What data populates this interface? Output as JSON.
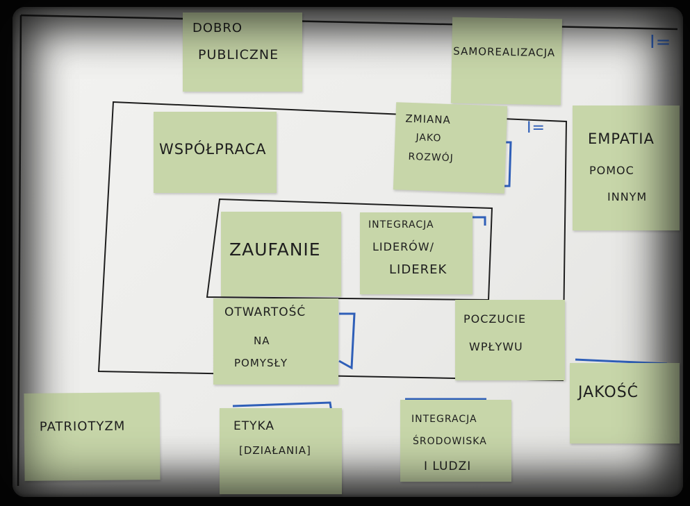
{
  "notes": {
    "dobro": {
      "line1": "DOBRO",
      "line2": "PUBLICZNE"
    },
    "samorealizacja": {
      "line1": "SAMOREALIZACJA"
    },
    "wspolpraca": {
      "line1": "WSPÓŁPRACA"
    },
    "zmiana": {
      "line1": "ZMIANA",
      "line2": "JAKO",
      "line3": "ROZWÓJ"
    },
    "empatia": {
      "line1": "EMPATIA",
      "line2": "POMOC",
      "line3": "INNYM"
    },
    "zaufanie": {
      "line1": "ZAUFANIE"
    },
    "integracja_liderow": {
      "line1": "INTEGRACJA",
      "line2": "LIDERÓW/",
      "line3": "LIDEREK"
    },
    "otwartosc": {
      "line1": "OTWARTOŚĆ",
      "line2": "NA",
      "line3": "POMYSŁY"
    },
    "poczucie": {
      "line1": "POCZUCIE",
      "line2": "WPŁYWU"
    },
    "jakosc": {
      "line1": "JAKOŚĆ"
    },
    "patriotyzm": {
      "line1": "PATRIOTYZM"
    },
    "etyka": {
      "line1": "ETYKA",
      "line2": "[DZIAŁANIA]"
    },
    "integracja_srodowiska": {
      "line1": "INTEGRACJA",
      "line2": "ŚRODOWISKA",
      "line3": "I LUDZI"
    }
  },
  "marks": {
    "outer_mark": "I=",
    "middle_mark": "I="
  },
  "colors": {
    "note": "#c7d6a9",
    "marker_black": "#1d1d1d",
    "marker_blue": "#2f5fb8",
    "board": "#efefed"
  }
}
